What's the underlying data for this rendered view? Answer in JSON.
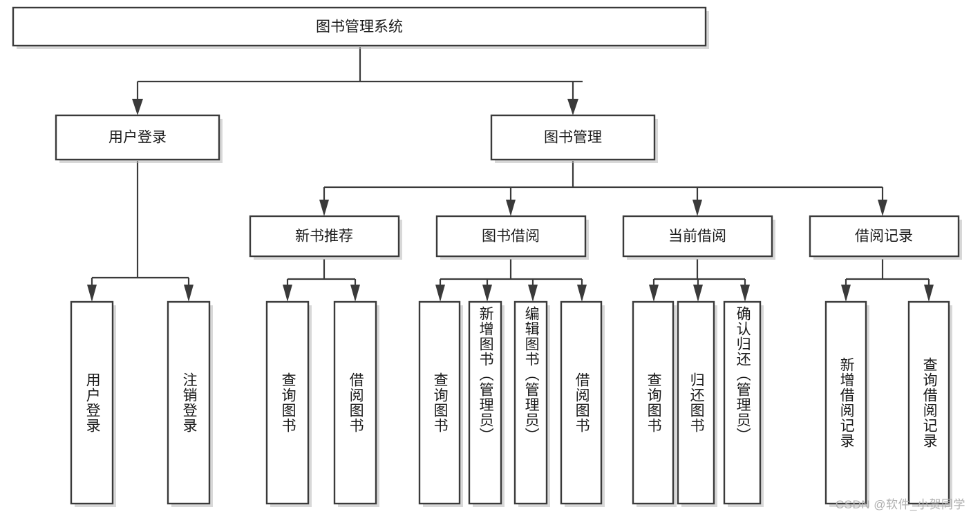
{
  "diagram": {
    "type": "tree",
    "title": "图书管理系统",
    "watermark": "CSDN @软件_小贺同学",
    "colors": {
      "box_fill": "#ffffff",
      "box_stroke": "#3a3a3a",
      "connector": "#3a3a3a",
      "text": "#1b1b1b",
      "watermark": "#b0b0b0",
      "background": "#ffffff"
    },
    "root": {
      "label": "图书管理系统",
      "orientation": "horizontal"
    },
    "level2": [
      {
        "label": "用户登录",
        "orientation": "horizontal"
      },
      {
        "label": "图书管理",
        "orientation": "horizontal"
      }
    ],
    "level3": [
      {
        "label": "新书推荐",
        "orientation": "horizontal"
      },
      {
        "label": "图书借阅",
        "orientation": "horizontal"
      },
      {
        "label": "当前借阅",
        "orientation": "horizontal"
      },
      {
        "label": "借阅记录",
        "orientation": "horizontal"
      }
    ],
    "leaves": {
      "user_login": [
        {
          "label": "用户登录",
          "orientation": "vertical"
        },
        {
          "label": "注销登录",
          "orientation": "vertical"
        }
      ],
      "new_book_recommend": [
        {
          "label": "查询图书",
          "orientation": "vertical"
        },
        {
          "label": "借阅图书",
          "orientation": "vertical"
        }
      ],
      "book_borrow": [
        {
          "label": "查询图书",
          "orientation": "vertical"
        },
        {
          "label": "新增图书（管理员）",
          "orientation": "vertical"
        },
        {
          "label": "编辑图书（管理员）",
          "orientation": "vertical"
        },
        {
          "label": "借阅图书",
          "orientation": "vertical"
        }
      ],
      "current_borrow": [
        {
          "label": "查询图书",
          "orientation": "vertical"
        },
        {
          "label": "归还图书",
          "orientation": "vertical"
        },
        {
          "label": "确认归还（管理员）",
          "orientation": "vertical"
        }
      ],
      "borrow_record": [
        {
          "label": "新增借阅记录",
          "orientation": "vertical"
        },
        {
          "label": "查询借阅记录",
          "orientation": "vertical"
        }
      ]
    }
  }
}
